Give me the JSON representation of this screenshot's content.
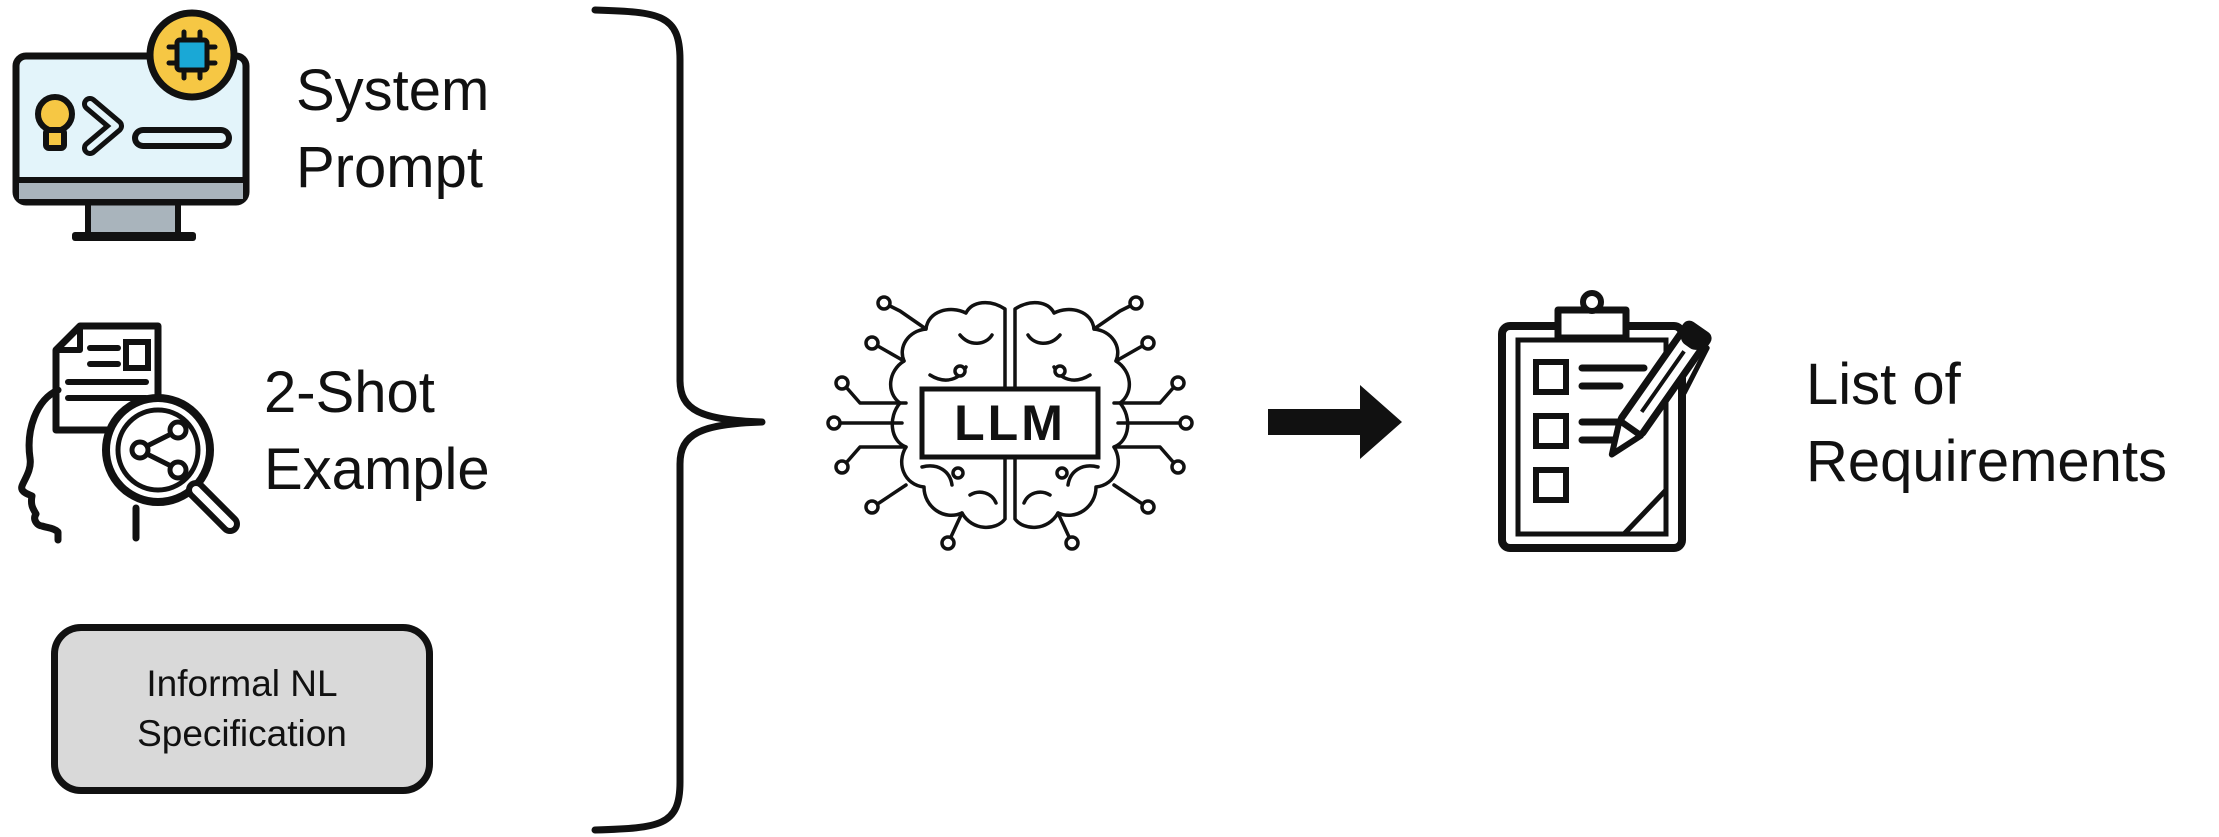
{
  "inputs": {
    "system_prompt": {
      "line1": "System",
      "line2": "Prompt",
      "icon": "computer-monitor-chip-icon",
      "colors": {
        "screen": "#e3f4fa",
        "chip_badge": "#f6c744",
        "chip": "#1aa8d6",
        "base": "#a9b4bc"
      }
    },
    "two_shot": {
      "line1": "2-Shot",
      "line2": "Example",
      "icon": "head-document-magnifier-icon"
    },
    "spec": {
      "line1": "Informal NL",
      "line2": "Specification",
      "fill": "#d9d9d9"
    }
  },
  "model": {
    "label": "LLM",
    "icon": "brain-circuit-icon"
  },
  "output": {
    "line1": "List of",
    "line2": "Requirements",
    "icon": "clipboard-checklist-pen-icon"
  }
}
